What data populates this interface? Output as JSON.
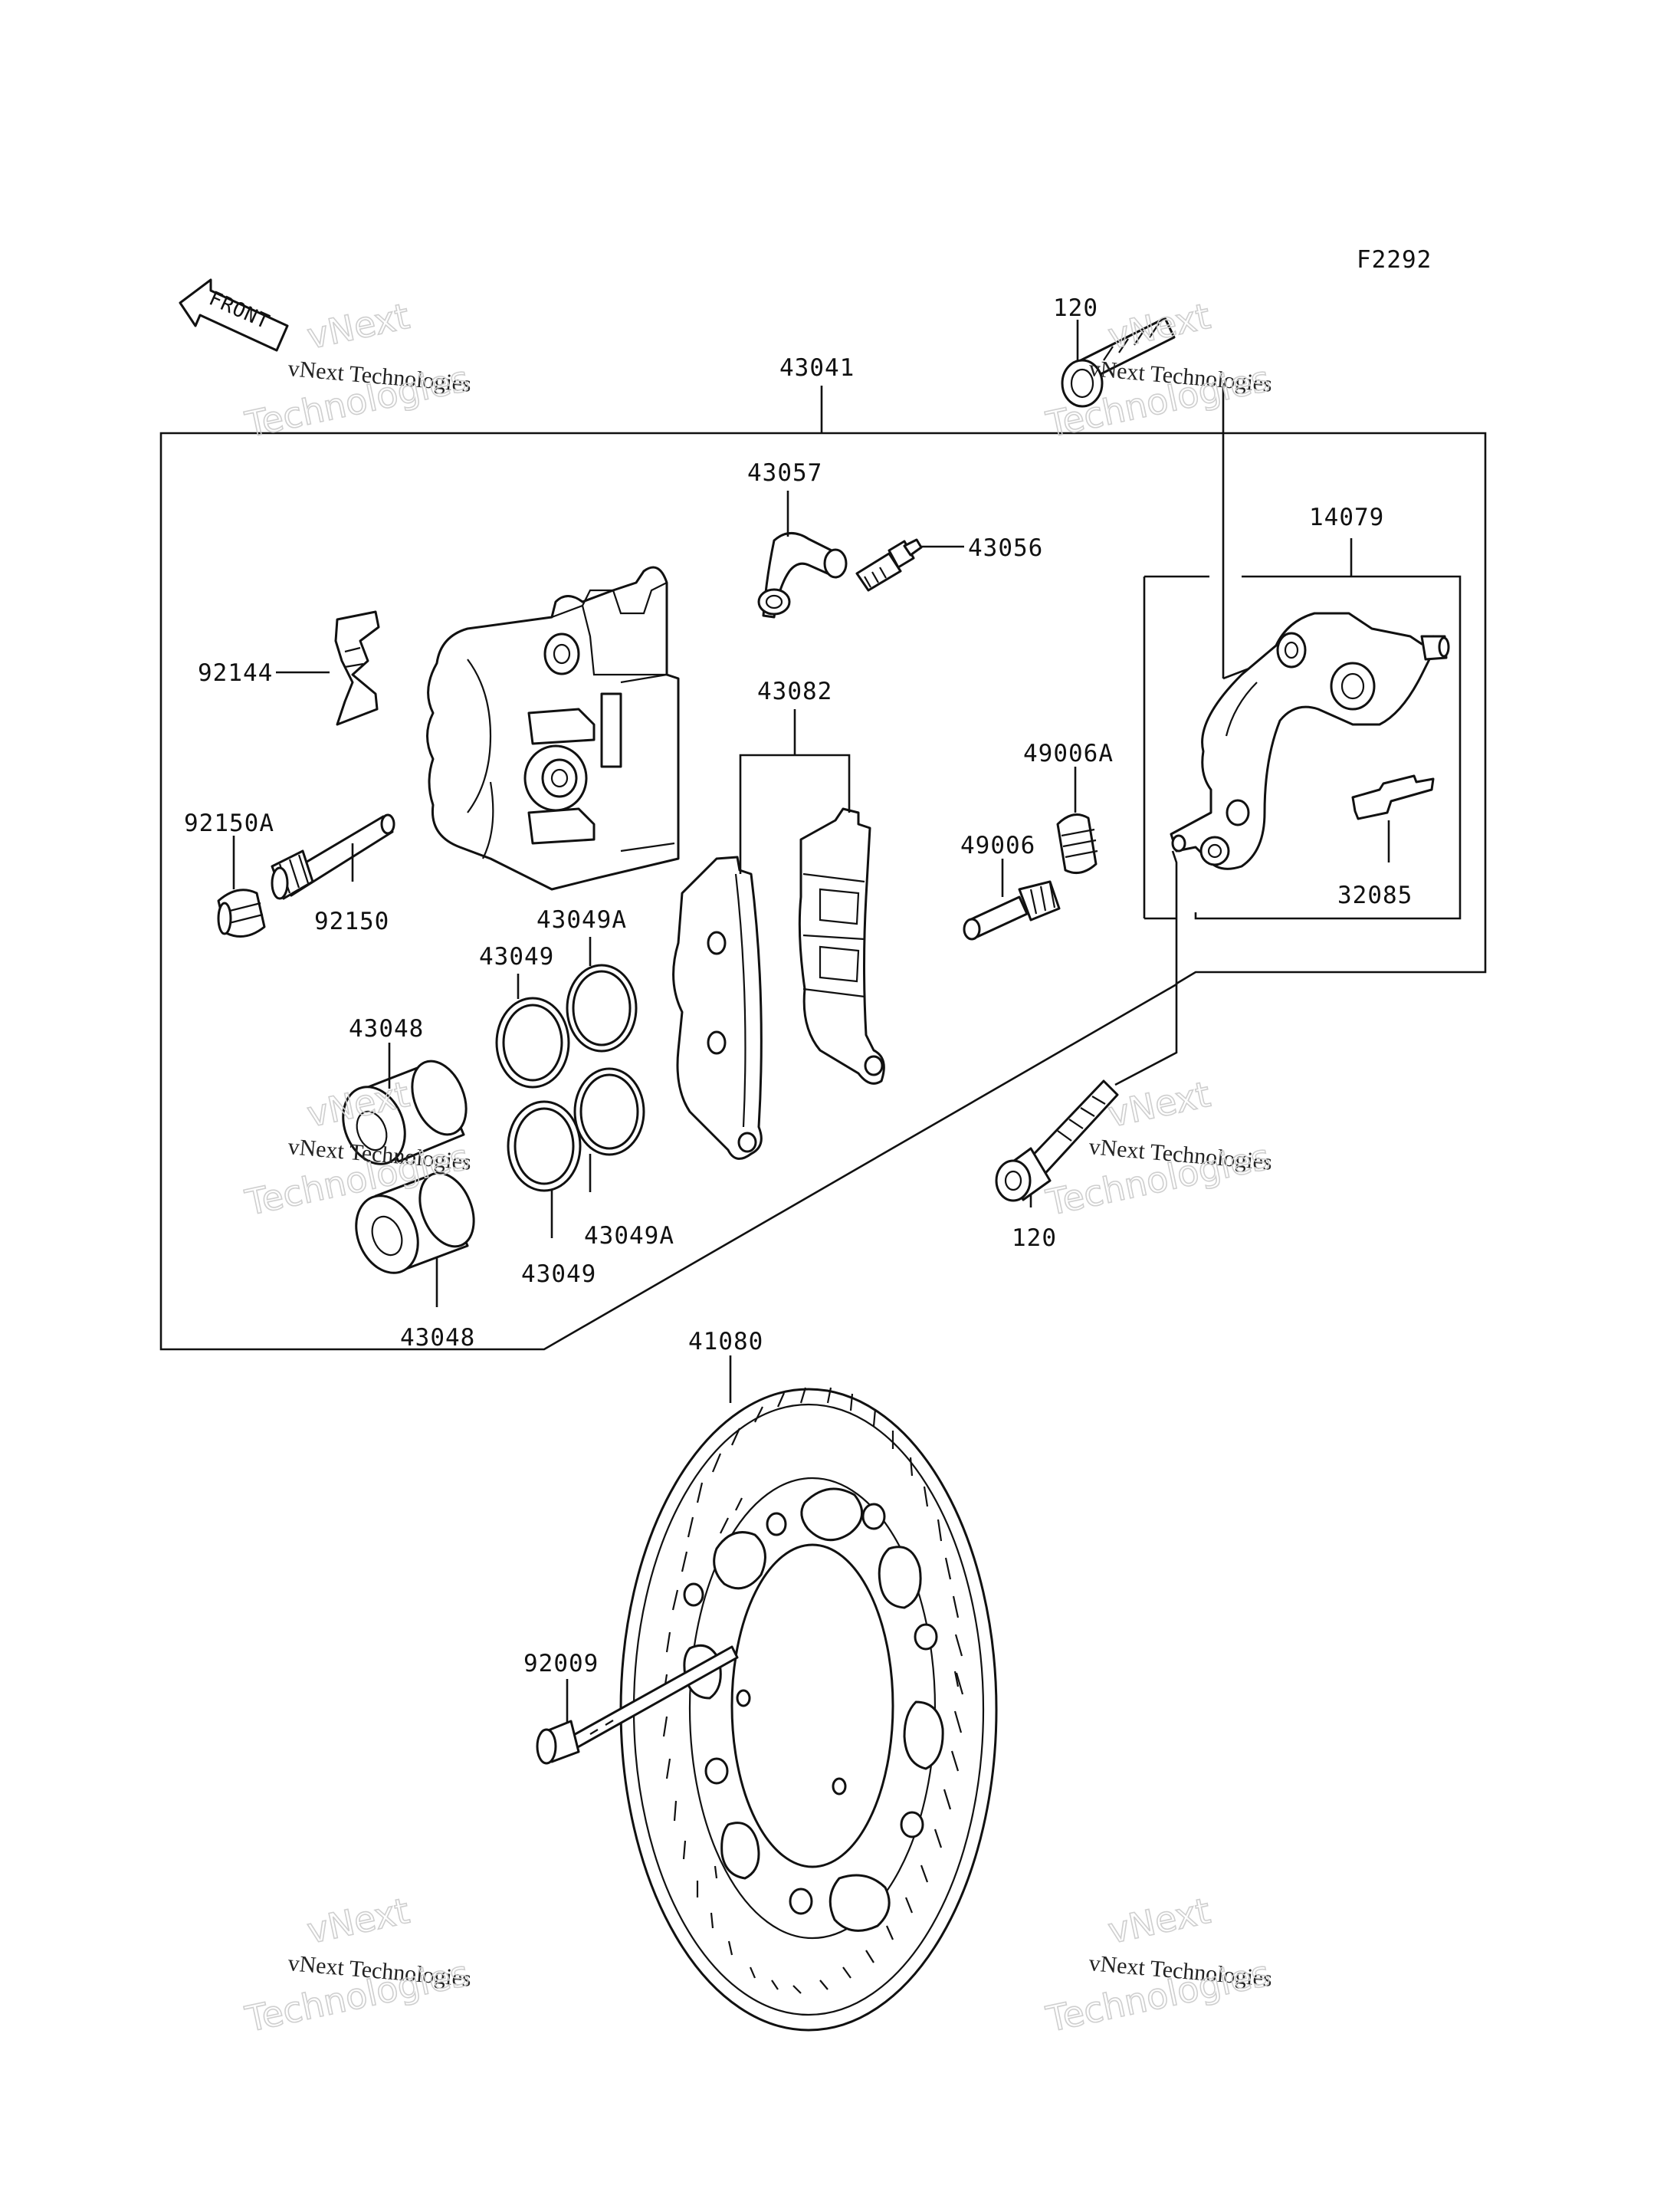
{
  "figure_code": "F2292",
  "front_label": "FRONT",
  "watermark": {
    "line1": "vNext Technologies",
    "line2": "vNext",
    "line3": "Technologies"
  },
  "callouts": {
    "c43041": "43041",
    "c120_top": "120",
    "c43057": "43057",
    "c43056": "43056",
    "c14079": "14079",
    "c92144": "92144",
    "c43082": "43082",
    "c49006A": "49006A",
    "c92150A": "92150A",
    "c49006": "49006",
    "c32085": "32085",
    "c92150": "92150",
    "c43049A_top": "43049A",
    "c43049_top": "43049",
    "c43048_top": "43048",
    "c43049A_bottom": "43049A",
    "c43049_bottom": "43049",
    "c120_bottom": "120",
    "c43048_bottom": "43048",
    "c41080": "41080",
    "c92009": "92009"
  }
}
